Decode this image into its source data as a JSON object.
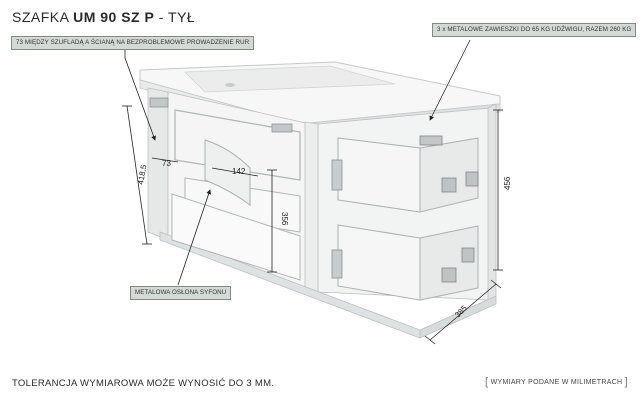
{
  "title": {
    "prefix": "SZAFKA",
    "model": "UM 90 SZ P",
    "suffix": "- TYŁ"
  },
  "callouts": {
    "gap": "73 MIĘDZY SZUFLADĄ A ŚCIANĄ NA BEZPROBLEMOWE PROWADZENIE RUR",
    "hangers": "3 x METALOWE ZAWIESZKI DO 65 KG UDŹWIGU, RAZEM 260 KG",
    "siphon": "METALOWA OSŁONA SYFONU"
  },
  "dimensions": {
    "gap_width": "73",
    "cutout_width": "142",
    "cutout_height": "356",
    "left_height": "418.5",
    "right_height": "456",
    "depth": "385"
  },
  "footer": {
    "tolerance": "TOLERANCJA WYMIAROWA MOŻE WYNOSIĆ DO 3 MM.",
    "units_note": "WYMIARY PODANE W MILIMETRACH"
  },
  "colors": {
    "callout_bg": "#d3dad5",
    "cabinet_light": "#f4f4f4",
    "cabinet_shade": "#e2e4e4",
    "outline": "#b8bcbc"
  }
}
